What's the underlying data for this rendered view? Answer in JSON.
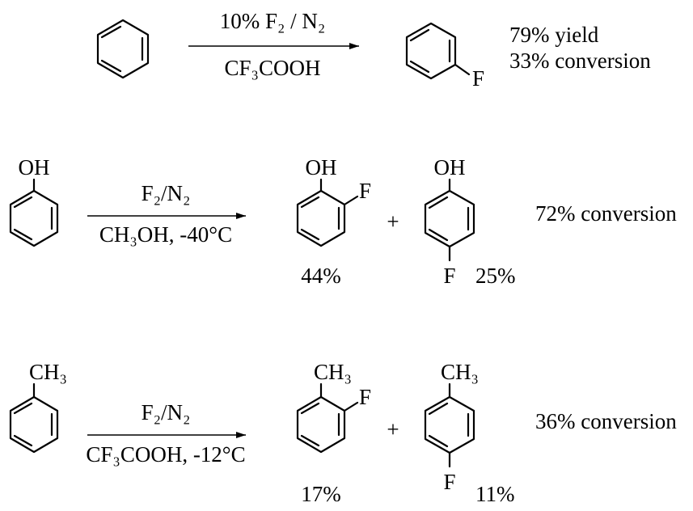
{
  "reactions": [
    {
      "conditions": {
        "above": "10% F₂ / N₂",
        "below": "CF₃COOH"
      },
      "reactant": {
        "substituent": ""
      },
      "products": [
        {
          "substituent": "",
          "fluoro": "F",
          "label": ""
        }
      ],
      "result": {
        "line1": "79% yield",
        "line2": "33% conversion"
      }
    },
    {
      "conditions": {
        "above": "F₂/N₂",
        "below": "CH₃OH, -40°C"
      },
      "reactant": {
        "substituent": "OH"
      },
      "products": [
        {
          "substituent": "OH",
          "fluoro": "F",
          "label": "44%"
        },
        {
          "substituent": "OH",
          "fluoro": "F",
          "label": "25%"
        }
      ],
      "plus": "+",
      "result": {
        "line1": "72% conversion"
      }
    },
    {
      "conditions": {
        "above": "F₂/N₂",
        "below": "CF₃COOH, -12°C"
      },
      "reactant": {
        "substituent": "CH₃"
      },
      "products": [
        {
          "substituent": "CH₃",
          "fluoro": "F",
          "label": "17%"
        },
        {
          "substituent": "CH₃",
          "fluoro": "F",
          "label": "11%"
        }
      ],
      "plus": "+",
      "result": {
        "line1": "36% conversion"
      }
    }
  ]
}
